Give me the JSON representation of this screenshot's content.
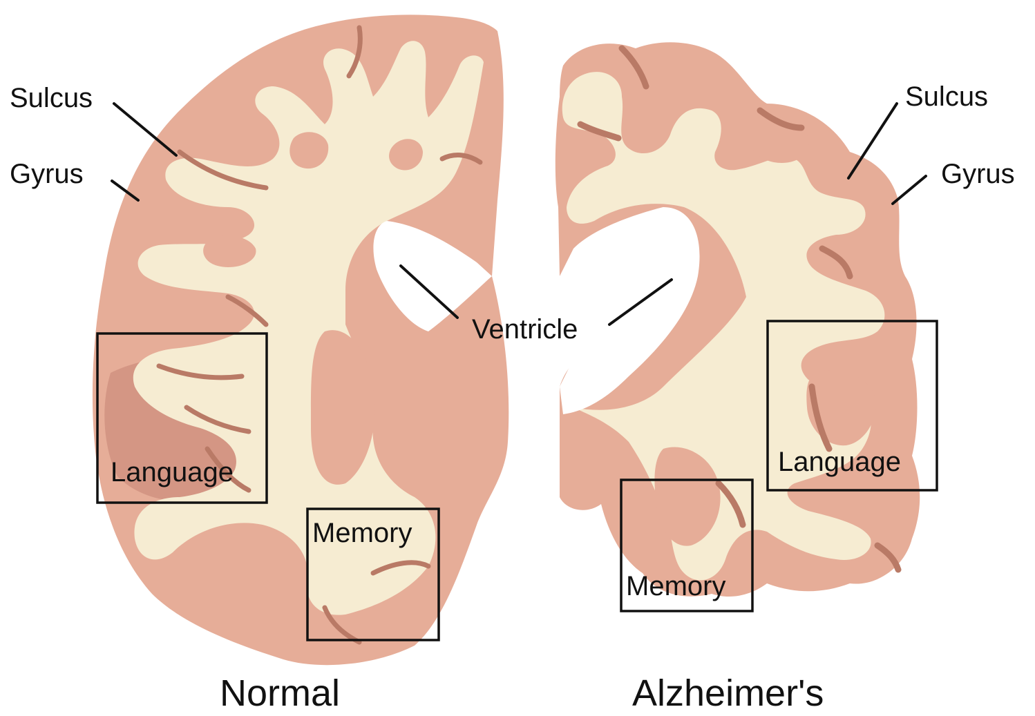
{
  "colors": {
    "grey_matter": "#e6ad98",
    "grey_matter_deep": "#d49684",
    "white_matter": "#f6ecd2",
    "sulcus_shadow": "#b97a66",
    "ventricle": "#ffffff",
    "ink": "#111111"
  },
  "normal": {
    "title": "Normal",
    "labels": {
      "sulcus": "Sulcus",
      "gyrus": "Gyrus",
      "language": "Language",
      "memory": "Memory"
    }
  },
  "ventricle_label": "Ventricle",
  "alzheimers": {
    "title": "Alzheimer's",
    "labels": {
      "sulcus": "Sulcus",
      "gyrus": "Gyrus",
      "language": "Language",
      "memory": "Memory"
    }
  }
}
